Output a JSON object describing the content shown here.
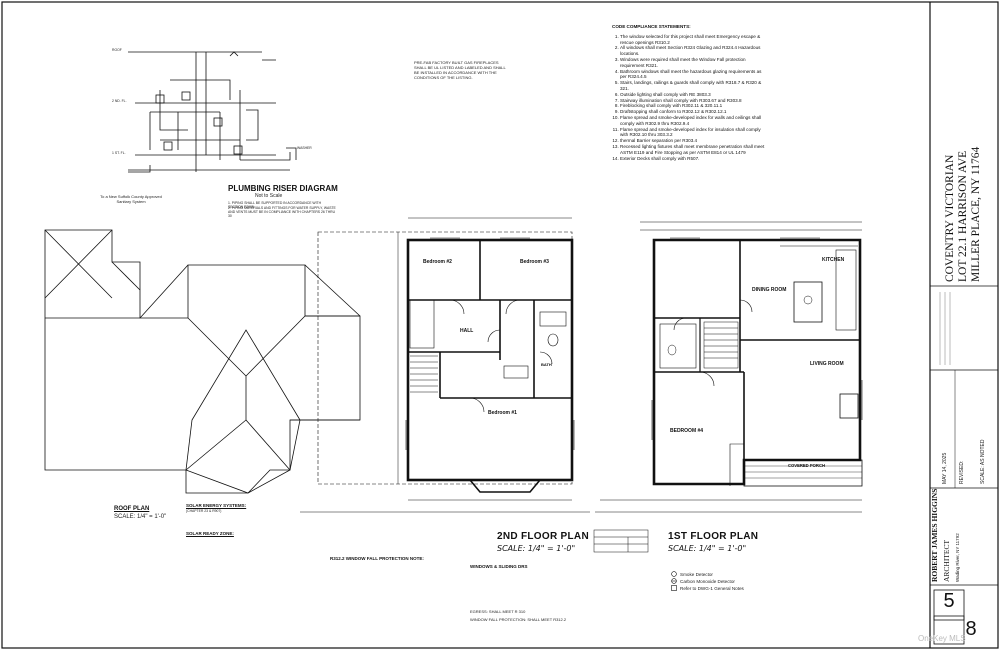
{
  "plumbing": {
    "title": "PLUMBING RISER DIAGRAM",
    "subtitle": "Not to Scale",
    "note1": "1. PIPING SHALL BE SUPPORTED IN ACCORDANCE WITH SECTION P2605",
    "note2": "2. PIPING MATERIALS AND FITTINGS FOR WATER SUPPLY, WASTE AND VENTS MUST BE IN COMPLIANCE WITH CHAPTERS 26 THRU 30",
    "roof_label": "ROOF",
    "second_fl_label": "2 ND. FL.",
    "first_fl_label": "1 ST. FL.",
    "washer_label": "WASHER",
    "sanitary_note": "To a New Suffolk County Approved Sanitary System"
  },
  "roof_plan": {
    "title": "ROOF PLAN",
    "scale": "SCALE: 1/4\" = 1'-0\""
  },
  "solar": {
    "title1": "SOLAR ENERGY SYSTEMS:",
    "sub1": "(CHAPTER 23 & R907)",
    "title2": "SOLAR READY ZONE:"
  },
  "second_floor": {
    "title": "2ND FLOOR PLAN",
    "scale": "SCALE: 1/4\" = 1'-0\"",
    "bedroom2": "Bedroom #2",
    "bedroom3": "Bedroom #3",
    "bedroom1": "Bedroom #1",
    "hall": "HALL",
    "bath": "BATH"
  },
  "first_floor": {
    "title": "1ST FLOOR PLAN",
    "scale": "SCALE: 1/4\" = 1'-0\"",
    "dining": "DINING ROOM",
    "kitchen": "KITCHEN",
    "living": "LIVING ROOM",
    "bedroom4": "BEDROOM #4",
    "covered_porch": "COVERED PORCH",
    "legend_smoke": "Smoke Detector",
    "legend_co": "Carbon Monoxide Detector",
    "legend_notes": "Refer to DWG-1 General Notes"
  },
  "fireplace_note": "PRE-FAB FACTORY BUILT GAS FIREPLACES SHALL BE UL LISTED AND LABELED AND SHALL BE INSTALLED IN ACCORDANCE WITH THE CONDITIONS OF THE LISTING.",
  "window_fall": {
    "title": "R312.2 WINDOW FALL PROTECTION NOTE:"
  },
  "windows_doors": {
    "title": "WINDOWS & SLIDING DRS",
    "egress": "EGRESS: SHALL MEET R 310",
    "fall": "WINDOW FALL PROTECTION: SHALL MEET R312.2"
  },
  "code": {
    "title": "CODE COMPLIANCE STATEMENTS:",
    "items": [
      "The window selected for this project shall meet Emergency escape & rescue openings R310.2",
      "All windows shall meet Section R324 Glazing and R324.4 Hazardous locations.",
      "Windows were required shall meet the Window Fall protection requirement R321.",
      "Bathroom windows shall meet the hazardous glazing requirements as per R324.4.5",
      "Stairs, landings, railings & guards shall comply with R318.7 & R320 & 321.",
      "Outside lighting shall comply with RE 3803.3",
      "Stairway illumination shall comply with R303.67 and R303.8",
      "Fireblocking shall comply with R302.11 & 320.11.1",
      "Draftstopping shall conform to R302.12 & R302.12.1",
      "Flame spread and smoke-developed index for walls and ceilings shall comply with R302.9 thru R302.9.4",
      "Flame spread and smoke-developed index for insulation shall comply with R302.10 thru 303.3.2",
      "thermal Barrier separation per R303.4",
      "Recessed lighting fixtures shall meet membrane penetration shall meet ASTM E119 and Fire Stopping as per ASTM E814 or UL 1479",
      "Exterior Decks shall comply with R507."
    ]
  },
  "title_block": {
    "project_line1": "COVENTRY VICTORIAN",
    "project_line2": "LOT 22.1 HARRISON AVE",
    "project_line3": "MILLER PLACE, NY 11764",
    "architect_name": "ROBERT JAMES HIGGINS",
    "architect_title": "ARCHITECT",
    "architect_address": "Wading River, NY 11792",
    "date": "MAY 14, 2025",
    "revised": "REVISED:",
    "scale": "SCALE: AS NOTED",
    "sheet_top": "5",
    "sheet_bottom": "8"
  },
  "watermark": "OneKey MLS",
  "colors": {
    "line": "#111111",
    "fill_wall": "#222222",
    "paper": "#ffffff"
  }
}
